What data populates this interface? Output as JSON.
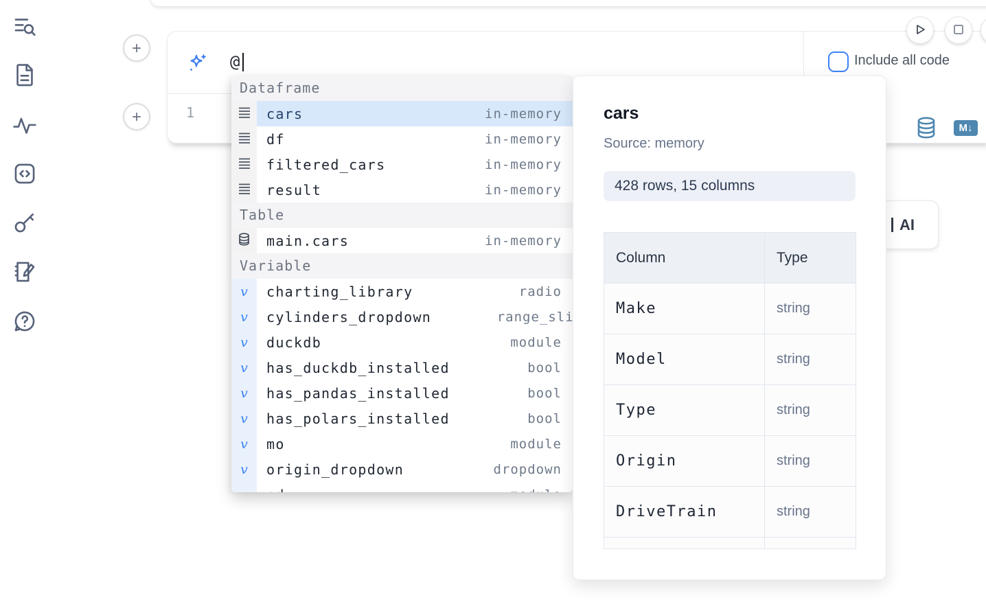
{
  "sidebar": {
    "items": [
      {
        "icon": "list-search-icon"
      },
      {
        "icon": "file-icon"
      },
      {
        "icon": "activity-icon"
      },
      {
        "icon": "code-square-icon"
      },
      {
        "icon": "key-icon"
      },
      {
        "icon": "notebook-edit-icon"
      },
      {
        "icon": "help-icon"
      }
    ]
  },
  "cell": {
    "add_button_label": "+",
    "prompt_value": "@",
    "include_all_code_label": "Include all code",
    "line_number": "1",
    "markdown_badge": "M↓"
  },
  "partial_ai_button_label": "AI",
  "autocomplete": {
    "variable_glyph": "v",
    "sections": [
      {
        "label": "Dataframe",
        "items": [
          {
            "name": "cars",
            "type": "in-memory",
            "selected": true
          },
          {
            "name": "df",
            "type": "in-memory"
          },
          {
            "name": "filtered_cars",
            "type": "in-memory"
          },
          {
            "name": "result",
            "type": "in-memory"
          }
        ]
      },
      {
        "label": "Table",
        "items": [
          {
            "name": "main.cars",
            "type": "in-memory"
          }
        ]
      },
      {
        "label": "Variable",
        "items": [
          {
            "name": "charting_library",
            "type": "radio"
          },
          {
            "name": "cylinders_dropdown",
            "type": "range_slider"
          },
          {
            "name": "duckdb",
            "type": "module"
          },
          {
            "name": "has_duckdb_installed",
            "type": "bool"
          },
          {
            "name": "has_pandas_installed",
            "type": "bool"
          },
          {
            "name": "has_polars_installed",
            "type": "bool"
          },
          {
            "name": "mo",
            "type": "module"
          },
          {
            "name": "origin_dropdown",
            "type": "dropdown"
          },
          {
            "name": "pd",
            "type": "module"
          }
        ]
      }
    ]
  },
  "preview_panel": {
    "title": "cars",
    "source": "Source: memory",
    "shape_badge": "428 rows, 15 columns",
    "table": {
      "col_header": "Column",
      "type_header": "Type",
      "rows": [
        {
          "column": "Make",
          "type": "string"
        },
        {
          "column": "Model",
          "type": "string"
        },
        {
          "column": "Type",
          "type": "string"
        },
        {
          "column": "Origin",
          "type": "string"
        },
        {
          "column": "DriveTrain",
          "type": "string"
        }
      ]
    }
  },
  "colors": {
    "accent": "#3b82f6",
    "steel_blue": "#4e87b0",
    "selected_row": "#d7e8fb"
  }
}
